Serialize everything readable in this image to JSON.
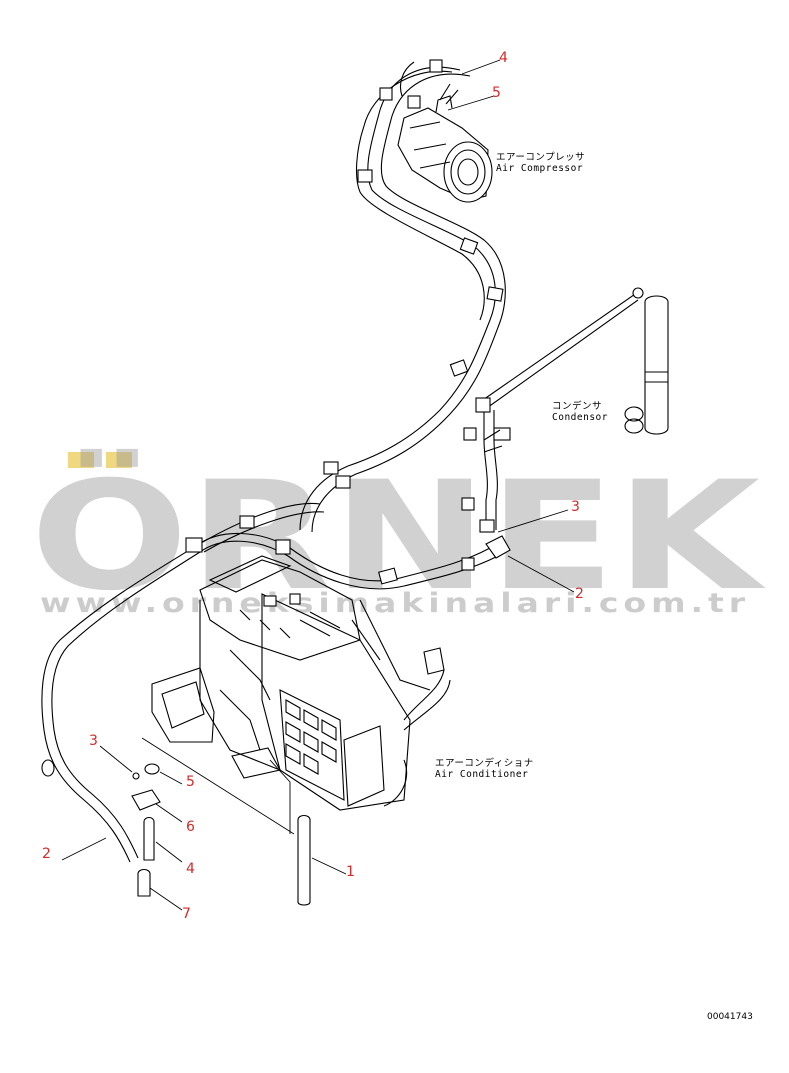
{
  "callouts": {
    "c4_top": "4",
    "c5_top": "5",
    "c3_right": "3",
    "c2_right": "2",
    "c3_left": "3",
    "c5_left": "5",
    "c6": "6",
    "c2_left": "2",
    "c4_left": "4",
    "c1": "1",
    "c7": "7"
  },
  "labels": {
    "compressor_jp": "エアーコンプレッサ",
    "compressor_en": "Air Compressor",
    "condensor_jp": "コンデンサ",
    "condensor_en": "Condensor",
    "conditioner_jp": "エアーコンディショナ",
    "conditioner_en": "Air Conditioner"
  },
  "watermark": {
    "logo": "ÖRNEK",
    "url": "www.orneksimakinalari.com.tr"
  },
  "drawing_ref": "00041743",
  "colors": {
    "callout": "#d42a2a",
    "watermark": "#9a9a9a",
    "accent_dots": "#e8c74a"
  }
}
